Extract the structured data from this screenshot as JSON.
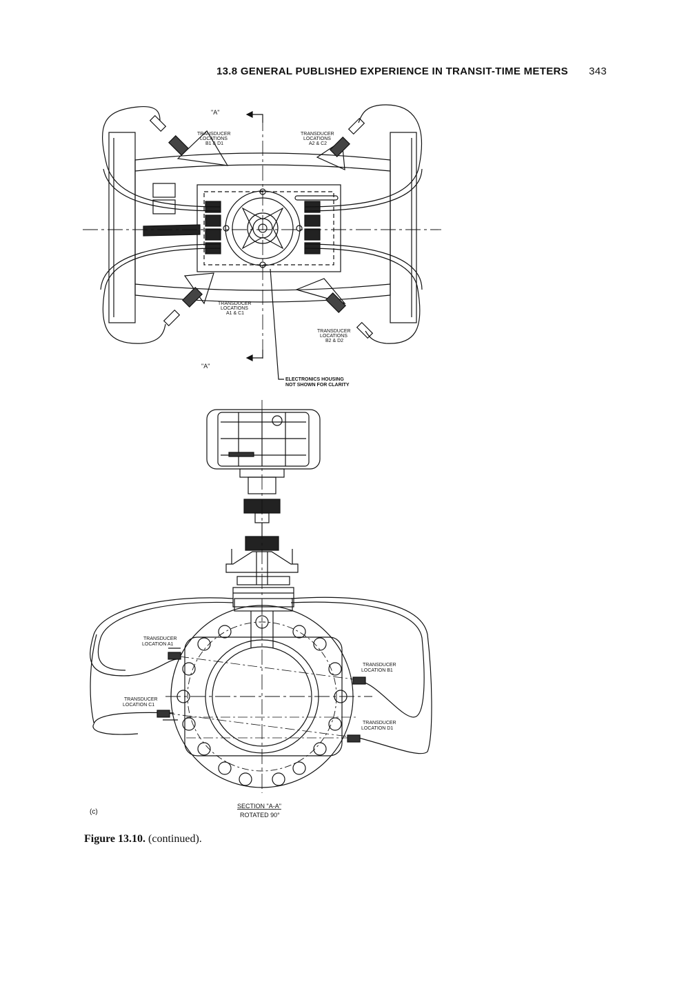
{
  "header": {
    "title": "13.8 GENERAL PUBLISHED EXPERIENCE IN TRANSIT-TIME METERS",
    "page_number": "343"
  },
  "figure": {
    "top_view": {
      "section_mark_top": "\"A\"",
      "section_mark_bottom": "\"A\"",
      "label_b1_d1": [
        "TRANSDUCER",
        "LOCATIONS",
        "B1 & D1"
      ],
      "label_a2_c2": [
        "TRANSDUCER",
        "LOCATIONS",
        "A2 & C2"
      ],
      "label_a1_c1": [
        "TRANSDUCER",
        "LOCATIONS",
        "A1 & C1"
      ],
      "label_b2_d2": [
        "TRANSDUCER",
        "LOCATIONS",
        "B2 & D2"
      ],
      "housing_note": [
        "ELECTRONICS HOUSING",
        "NOT SHOWN FOR CLARITY"
      ]
    },
    "section_view": {
      "label_a1": [
        "TRANSDUCER",
        "LOCATION A1"
      ],
      "label_c1": [
        "TRANSDUCER",
        "LOCATION C1"
      ],
      "label_b1": [
        "TRANSDUCER",
        "LOCATION B1"
      ],
      "label_d1": [
        "TRANSDUCER",
        "LOCATION D1"
      ],
      "section_title": "SECTION \"A-A\"",
      "section_sub": "ROTATED 90°"
    },
    "sub_label": "(c)",
    "caption_number": "Figure 13.10.",
    "caption_text": "(continued)."
  }
}
